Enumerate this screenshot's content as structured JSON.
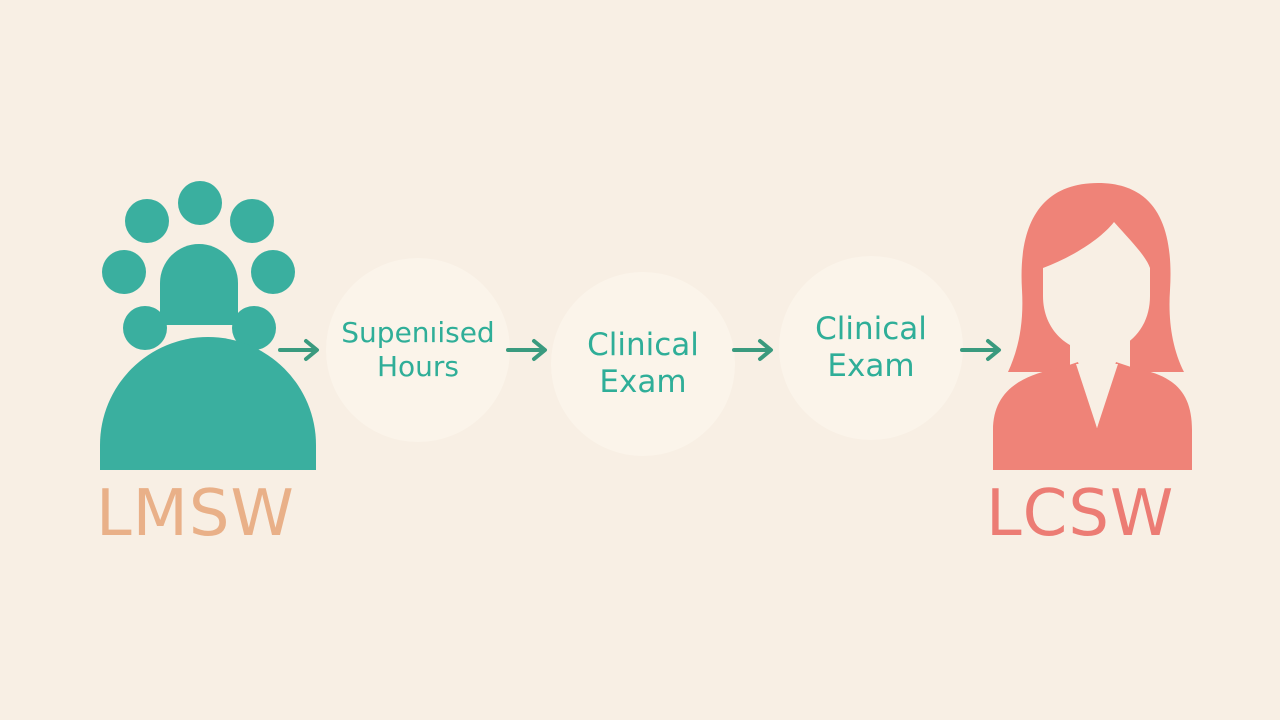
{
  "colors": {
    "background": "#f8efe4",
    "teal": "#3aaf9f",
    "coral": "#ef8378",
    "lmsw_label": "#e9b088",
    "lcsw_label": "#ec7c74",
    "step_circle": "#fbf4ea",
    "step_text": "#2fae98",
    "arrow": "#3a9a7e"
  },
  "start": {
    "label": "LMSW",
    "icon": "group-person-icon"
  },
  "end": {
    "label": "LCSW",
    "icon": "woman-avatar-icon"
  },
  "steps": [
    {
      "line1": "Supenıised",
      "line2": "Hours"
    },
    {
      "line1": "Clinical",
      "line2": "Exam"
    },
    {
      "line1": "Clinical",
      "line2": "Exam"
    }
  ],
  "connector_icon": "arrow-right-icon"
}
